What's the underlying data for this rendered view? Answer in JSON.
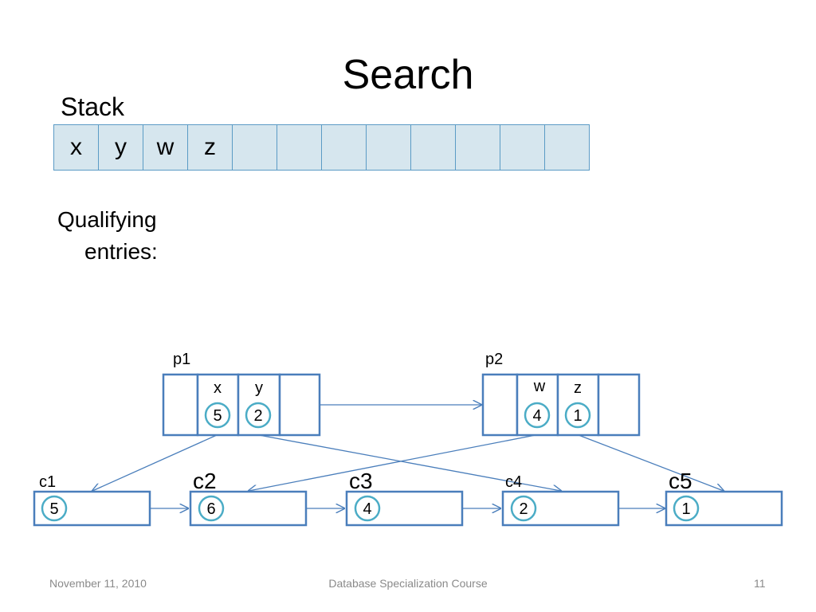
{
  "title": "Search",
  "stack": {
    "label": "Stack",
    "cells": [
      "x",
      "y",
      "w",
      "z",
      "",
      "",
      "",
      "",
      "",
      "",
      "",
      ""
    ]
  },
  "qualifying": {
    "line1": "Qualifying",
    "line2": "entries:"
  },
  "parents": [
    {
      "label": "p1",
      "keys": [
        "x",
        "y"
      ],
      "counts": [
        "5",
        "2"
      ]
    },
    {
      "label": "p2",
      "keys": [
        "w",
        "z"
      ],
      "counts": [
        "4",
        "1"
      ]
    }
  ],
  "children": [
    {
      "label": "c1",
      "count": "5"
    },
    {
      "label": "c2",
      "count": "6"
    },
    {
      "label": "c3",
      "count": "4"
    },
    {
      "label": "c4",
      "count": "2"
    },
    {
      "label": "c5",
      "count": "1"
    }
  ],
  "colors": {
    "box_border": "#4a7ebb",
    "circle": "#4bacc6",
    "stack_fill": "#d6e6ee"
  },
  "footer": {
    "date": "November 11, 2010",
    "course": "Database Specialization Course",
    "page": "11"
  }
}
